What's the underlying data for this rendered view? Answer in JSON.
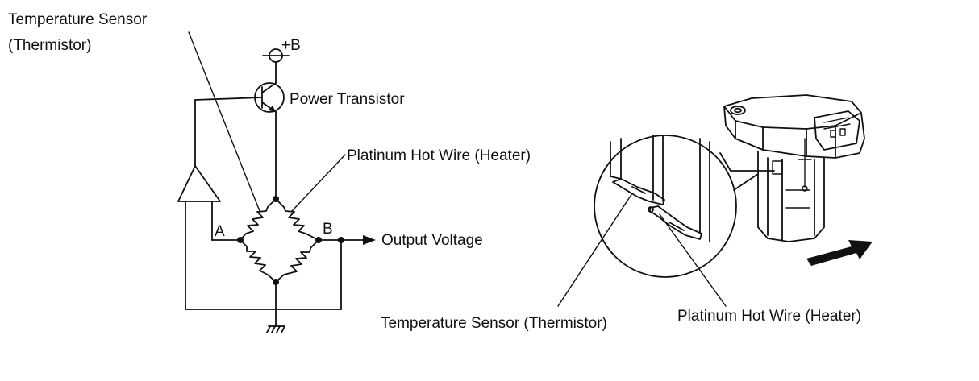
{
  "labels": {
    "temp_sensor_top_line1": "Temperature Sensor",
    "temp_sensor_top_line2": "(Thermistor)",
    "supply": "+B",
    "power_transistor": "Power Transistor",
    "hot_wire_top": "Platinum Hot Wire (Heater)",
    "node_a": "A",
    "node_b": "B",
    "output_voltage": "Output Voltage",
    "temp_sensor_bottom": "Temperature Sensor (Thermistor)",
    "hot_wire_bottom": "Platinum Hot Wire (Heater)"
  }
}
